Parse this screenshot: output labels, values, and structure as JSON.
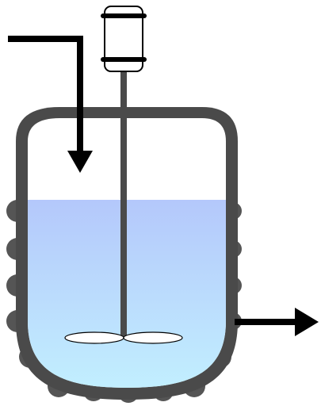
{
  "diagram": {
    "kind": "stirred-tank-reactor",
    "components": [
      "motor",
      "agitator-shaft",
      "impeller",
      "reactor-vessel",
      "heating-jacket",
      "liquid-contents",
      "inlet-arrow",
      "outlet-arrow"
    ]
  },
  "colors": {
    "vessel_wall": "#4a4a4a",
    "jacket": "#555555",
    "liquid_top": "#b4c8fb",
    "liquid_bottom": "#c2f0ff",
    "arrow": "#000000",
    "motor_body": "#ffffff",
    "impeller_blade": "#ffffff",
    "background": "#ffffff"
  },
  "icons": {
    "motor": "motor-icon",
    "inlet": "arrow-down-icon",
    "outlet": "arrow-right-icon"
  }
}
